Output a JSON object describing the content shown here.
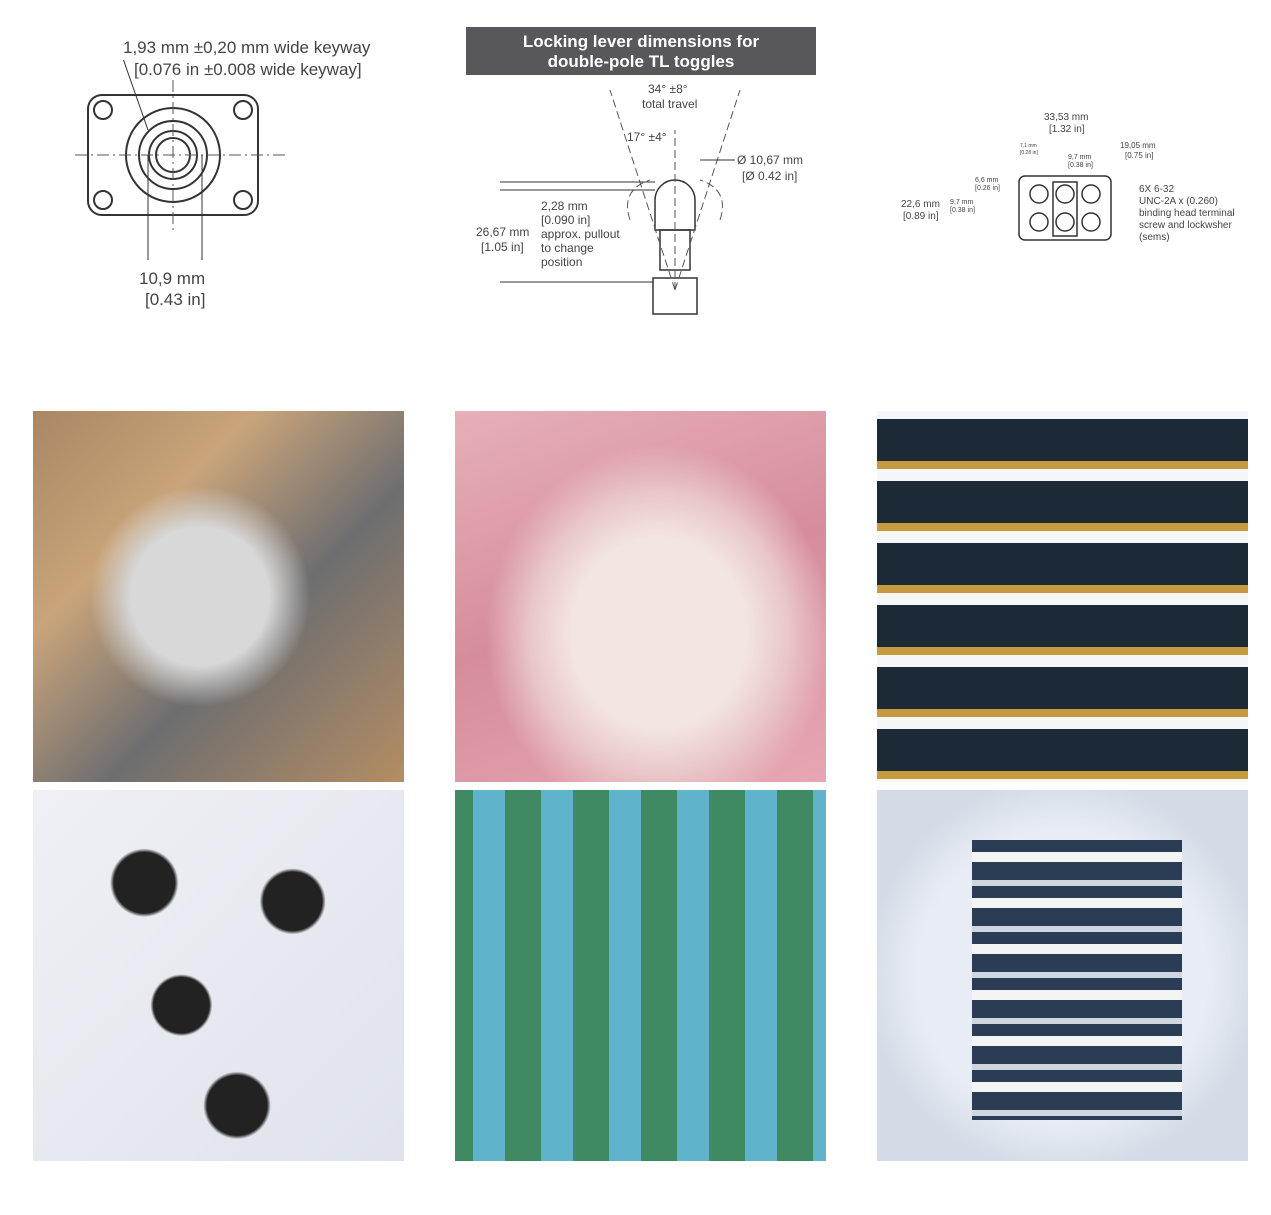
{
  "diagram_keyway": {
    "keyway_mm": "1,93 mm ±0,20 mm wide keyway",
    "keyway_in": "[0.076 in ±0.008 wide keyway]",
    "width_mm": "10,9 mm",
    "width_in": "[0.43 in]"
  },
  "diagram_lever": {
    "title_line1": "Locking lever dimensions for",
    "title_line2": "double-pole TL toggles",
    "travel_deg": "34° ±8°",
    "travel_label": "total travel",
    "half_travel": "17° ±4°",
    "diameter_mm": "Ø 10,67 mm",
    "diameter_in": "[Ø 0.42 in]",
    "pullout_mm": "2,28 mm",
    "pullout_in": "[0.090 in]",
    "pullout_note1": "approx. pullout",
    "pullout_note2": "to change",
    "pullout_note3": "position",
    "height_mm": "26,67 mm",
    "height_in": "[1.05 in]"
  },
  "diagram_terminals": {
    "width_mm": "33,53 mm",
    "width_in": "[1.32 in]",
    "offset_mm": "7,1 mm",
    "offset_in": "[0.28 in]",
    "span_mm": "19,05 mm",
    "span_in": "[0.75 in]",
    "pitch_mm": "9,7 mm",
    "pitch_in": "[0.38 in]",
    "top_mm": "6,6 mm",
    "top_in": "[0.26 in]",
    "vpitch_mm": "9,7 mm",
    "vpitch_in": "[0.38 in]",
    "height_mm": "22,6 mm",
    "height_in": "[0.89 in]",
    "screw1": "6X 6-32",
    "screw2": "UNC-2A x (0.260)",
    "screw3": "binding head terminal",
    "screw4": "screw and lockwsher",
    "screw5": "(sems)"
  }
}
